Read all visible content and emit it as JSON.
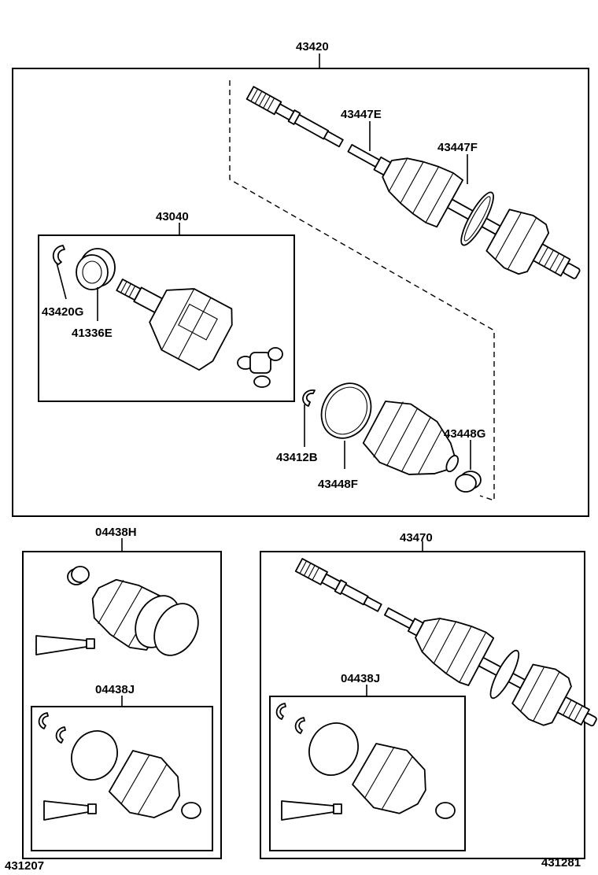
{
  "labels": {
    "assembly_main": "43420",
    "boot_clamp_e": "43447E",
    "boot_clamp_f": "43447F",
    "inboard_joint": "43040",
    "snap_ring_g": "43420G",
    "dust_seal": "41336E",
    "snap_ring_b": "43412B",
    "boot_band_f": "43448F",
    "boot_band_g": "43448G",
    "boot_kit_h": "04438H",
    "boot_kit_j_left": "04438J",
    "assembly_alt": "43470",
    "boot_kit_j_right": "04438J"
  },
  "footer": {
    "ref_left": "431207",
    "ref_right": "431281"
  }
}
